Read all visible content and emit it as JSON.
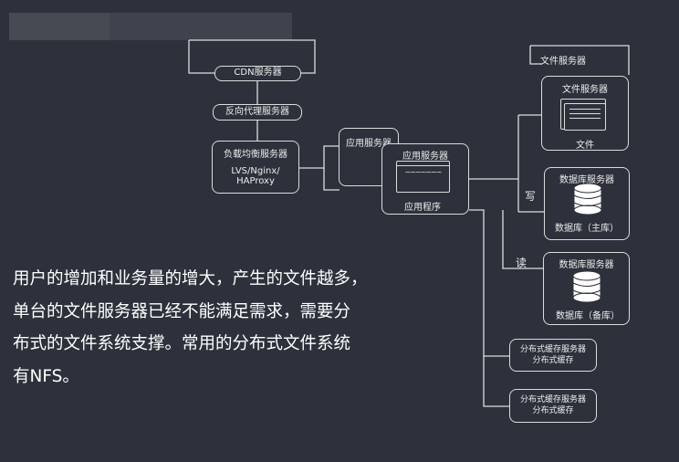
{
  "diagram": {
    "cdn": "CDN服务器",
    "reverse_proxy": "反向代理服务器",
    "lb_title": "负载均衡服务器",
    "lb_line1": "LVS/Nginx/",
    "lb_line2": "HAProxy",
    "app_server_back": "应用服务器",
    "app_server_front": "应用服务器",
    "app_program": "应用程序",
    "app_code": "~~~~~~~",
    "file_server_outer": "文件服务器",
    "file_server_inner": "文件服务器",
    "file_label": "文件",
    "write_label": "写",
    "read_label": "读",
    "db_server_master": "数据库服务器",
    "db_master": "数据库（主库）",
    "db_server_slave": "数据库服务器",
    "db_slave": "数据库（备库）",
    "cache1_line1": "分布式缓存服务器",
    "cache1_line2": "分布式缓存",
    "cache2_line1": "分布式缓存服务器",
    "cache2_line2": "分布式缓存"
  },
  "caption": {
    "line1": "用户的增加和业务量的增大，产生的文件越多，",
    "line2": "单台的文件服务器已经不能满足需求，需要分",
    "line3": "布式的文件系统支撑。常用的分布式文件系统",
    "line4": "有NFS。"
  }
}
